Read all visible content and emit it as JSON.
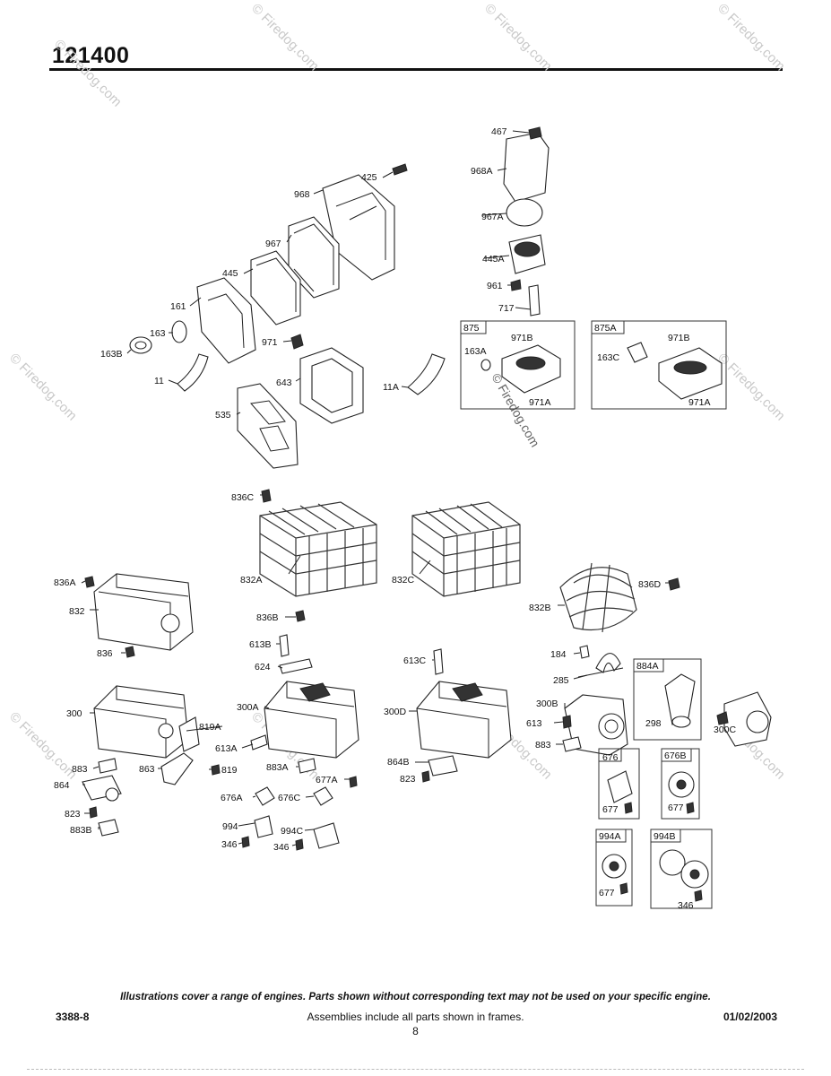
{
  "header": {
    "title": "121400"
  },
  "watermark": {
    "text": "© Firedog.com"
  },
  "parts": {
    "p467": "467",
    "p968A": "968A",
    "p425": "425",
    "p968": "968",
    "p967A": "967A",
    "p967": "967",
    "p445A": "445A",
    "p445": "445",
    "p961": "961",
    "p161": "161",
    "p717": "717",
    "p163": "163",
    "p163B": "163B",
    "p971": "971",
    "p11": "11",
    "p643": "643",
    "p11A": "11A",
    "p535": "535",
    "p875": "875",
    "p875_163A": "163A",
    "p875_971B": "971B",
    "p875_971A": "971A",
    "p875A": "875A",
    "p875A_971B": "971B",
    "p875A_163C": "163C",
    "p875A_971A": "971A",
    "p836C": "836C",
    "p832A": "832A",
    "p832C": "832C",
    "p836A": "836A",
    "p832": "832",
    "p836D": "836D",
    "p832B": "832B",
    "p836B": "836B",
    "p836": "836",
    "p613B": "613B",
    "p624": "624",
    "p613C": "613C",
    "p184": "184",
    "p285": "285",
    "p884A": "884A",
    "p300A": "300A",
    "p300D": "300D",
    "p300": "300",
    "p819A": "819A",
    "p300B": "300B",
    "p613": "613",
    "p298": "298",
    "p300C": "300C",
    "p613A": "613A",
    "p883": "883",
    "p883A": "883A",
    "p863": "863",
    "p883_left": "883",
    "p819": "819",
    "p864B": "864B",
    "p823_mid": "823",
    "p677A": "677A",
    "p676": "676",
    "p676B": "676B",
    "p864": "864",
    "p676A": "676A",
    "p676C": "676C",
    "p677_676": "677",
    "p677_676B": "677",
    "p823": "823",
    "p994": "994",
    "p994C": "994C",
    "p883B": "883B",
    "p346_a": "346",
    "p346_b": "346",
    "p994A": "994A",
    "p994B": "994B",
    "p677_994A": "677",
    "p346_994B": "346"
  },
  "footer": {
    "disclaimer": "Illustrations cover a range of engines. Parts shown without corresponding text may not be used on your specific engine.",
    "doc_number": "3388-8",
    "assemblies_note": "Assemblies include all parts shown in frames.",
    "date": "01/02/2003",
    "page_number": "8"
  }
}
